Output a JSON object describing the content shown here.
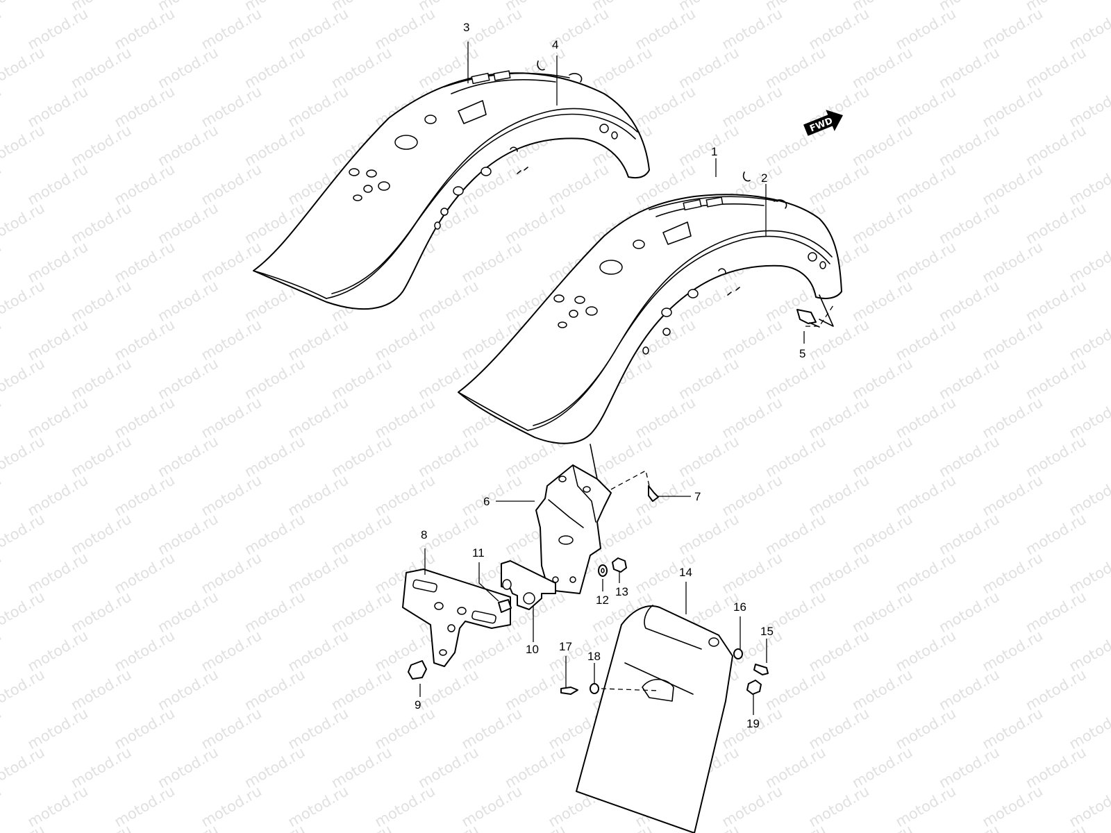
{
  "watermark": "motod.ru",
  "direction_badge": "FWD",
  "callouts": [
    "1",
    "2",
    "3",
    "4",
    "5",
    "6",
    "7",
    "8",
    "9",
    "10",
    "11",
    "12",
    "13",
    "14",
    "15",
    "16",
    "17",
    "18",
    "19"
  ],
  "colors": {
    "line": "#000000",
    "background": "#ffffff",
    "watermark": "#c8c8c8"
  }
}
